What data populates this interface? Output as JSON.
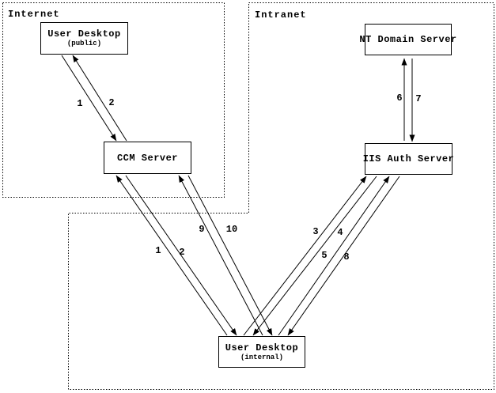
{
  "regions": {
    "internet": {
      "label": "Internet"
    },
    "intranet": {
      "label": "Intranet"
    }
  },
  "nodes": {
    "user_desktop_public": {
      "title": "User Desktop",
      "subtitle": "(public)"
    },
    "ccm_server": {
      "title": "CCM Server",
      "subtitle": ""
    },
    "nt_domain_server": {
      "title": "NT Domain Server",
      "subtitle": ""
    },
    "iis_auth_server": {
      "title": "IIS Auth Server",
      "subtitle": ""
    },
    "user_desktop_internal": {
      "title": "User Desktop",
      "subtitle": "(internal)"
    }
  },
  "edges": {
    "e1_public": {
      "label": "1",
      "from": "User Desktop (public)",
      "to": "CCM Server"
    },
    "e2_public": {
      "label": "2",
      "from": "CCM Server",
      "to": "User Desktop (public)"
    },
    "e1_internal": {
      "label": "1",
      "from": "User Desktop (internal)",
      "to": "CCM Server"
    },
    "e2_internal": {
      "label": "2",
      "from": "CCM Server",
      "to": "User Desktop (internal)"
    },
    "e3": {
      "label": "3",
      "from": "User Desktop (internal)",
      "to": "IIS Auth Server"
    },
    "e4": {
      "label": "4",
      "from": "IIS Auth Server",
      "to": "User Desktop (internal)"
    },
    "e5": {
      "label": "5",
      "from": "User Desktop (internal)",
      "to": "IIS Auth Server"
    },
    "e6": {
      "label": "6",
      "from": "IIS Auth Server",
      "to": "NT Domain Server"
    },
    "e7": {
      "label": "7",
      "from": "NT Domain Server",
      "to": "IIS Auth Server"
    },
    "e8": {
      "label": "8",
      "from": "IIS Auth Server",
      "to": "User Desktop (internal)"
    },
    "e9": {
      "label": "9",
      "from": "User Desktop (internal)",
      "to": "CCM Server"
    },
    "e10": {
      "label": "10",
      "from": "CCM Server",
      "to": "User Desktop (internal)"
    }
  },
  "colors": {
    "ink": "#000000",
    "background": "#ffffff"
  }
}
